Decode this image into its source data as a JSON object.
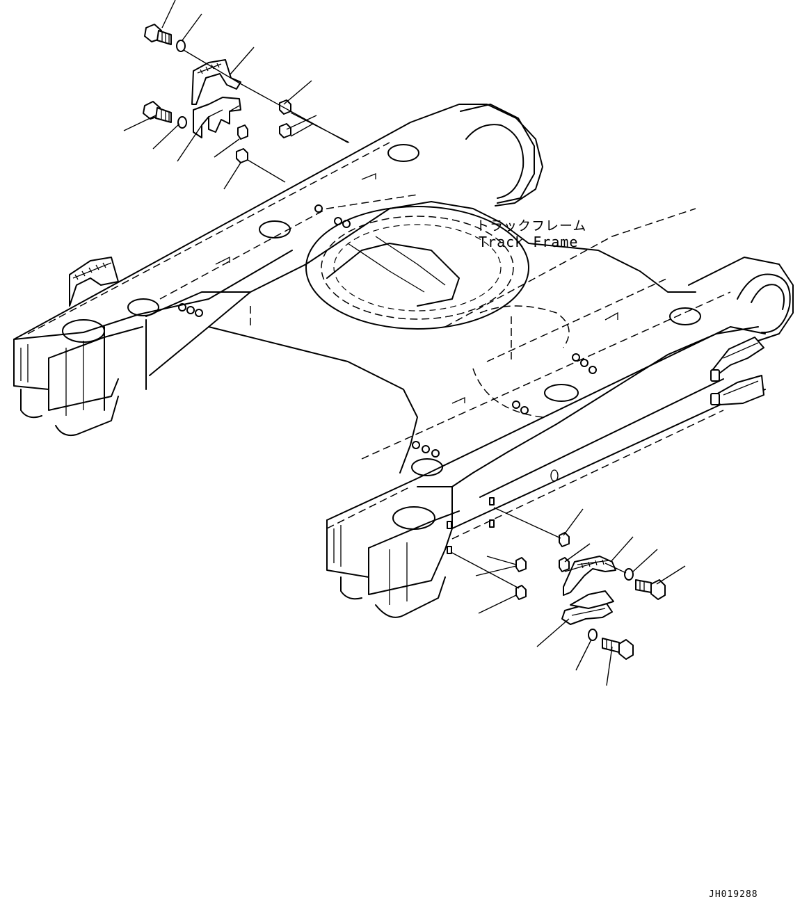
{
  "labels": {
    "track_frame_jp": "トラックフレーム",
    "track_frame_en": "Track Frame"
  },
  "drawing_code": "JH019288",
  "colors": {
    "line": "#000000",
    "background": "#ffffff"
  }
}
